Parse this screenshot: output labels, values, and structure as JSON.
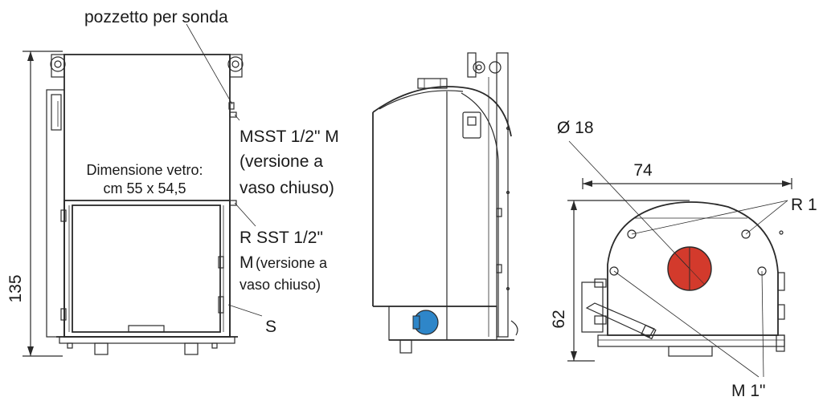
{
  "front_view": {
    "label_probe": "pozzetto per sonda",
    "label_glass_line1": "Dimensione vetro:",
    "label_glass_line2": "cm 55 x 54,5",
    "label_msst_line1": "MSST 1/2\" M",
    "label_msst_line2": "(versione a",
    "label_msst_line3": "vaso chiuso)",
    "label_rsst_line1": "R SST 1/2\"",
    "label_rsst_line2_a": "M",
    "label_rsst_line2_b": "(versione a",
    "label_rsst_line3": "vaso chiuso)",
    "label_s": "S",
    "dim_height": "135"
  },
  "top_view": {
    "label_diameter": "Ø 18",
    "dim_width": "74",
    "label_r1": "R 1",
    "dim_depth": "62",
    "label_m1": "M 1\""
  },
  "colors": {
    "flue_red": "#d33a2c",
    "connector_blue": "#2e86c9",
    "line": "#2a2a2a"
  }
}
